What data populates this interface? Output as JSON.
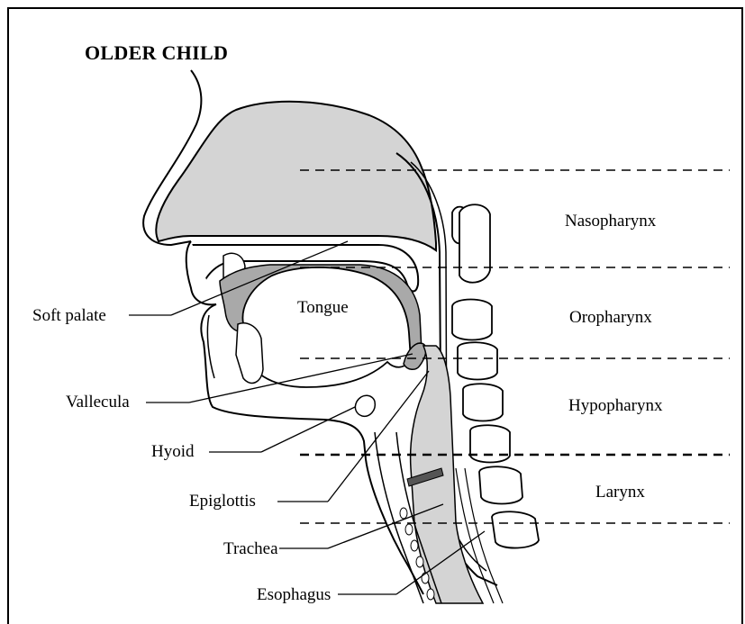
{
  "title": "OLDER CHILD",
  "regions": {
    "nasopharynx": "Nasopharynx",
    "oropharynx": "Oropharynx",
    "hypopharynx": "Hypopharynx",
    "larynx": "Larynx"
  },
  "structures": {
    "tongue": "Tongue",
    "soft_palate": "Soft palate",
    "vallecula": "Vallecula",
    "hyoid": "Hyoid",
    "epiglottis": "Epiglottis",
    "trachea": "Trachea",
    "esophagus": "Esophagus"
  },
  "colors": {
    "line": "#000000",
    "tissue_fill": "#d4d4d4",
    "airway_fill": "#a9a9a9",
    "background": "#ffffff"
  }
}
